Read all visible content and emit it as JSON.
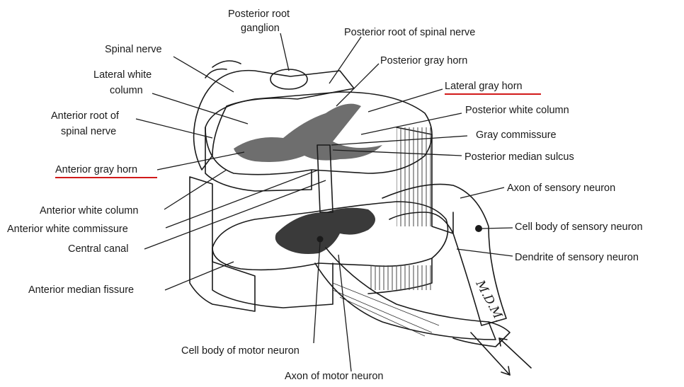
{
  "labels": {
    "posterior_root_ganglion": [
      "Posterior root",
      "ganglion"
    ],
    "posterior_root_spinal_nerve": "Posterior root of spinal nerve",
    "spinal_nerve": "Spinal nerve",
    "posterior_gray_horn": "Posterior gray horn",
    "lateral_white_column": [
      "Lateral white",
      "column"
    ],
    "lateral_gray_horn": "Lateral gray horn",
    "anterior_root_spinal_nerve": [
      "Anterior root of",
      "spinal nerve"
    ],
    "posterior_white_column": "Posterior white column",
    "gray_commissure": "Gray commissure",
    "anterior_gray_horn": "Anterior gray horn",
    "posterior_median_sulcus": "Posterior median sulcus",
    "axon_sensory_neuron": "Axon of sensory neuron",
    "anterior_white_column": "Anterior white column",
    "anterior_white_commissure": "Anterior white commissure",
    "cell_body_sensory_neuron": "Cell body of sensory neuron",
    "central_canal": "Central canal",
    "dendrite_sensory_neuron": "Dendrite of sensory neuron",
    "anterior_median_fissure": "Anterior median fissure",
    "cell_body_motor_neuron": "Cell body of motor neuron",
    "axon_motor_neuron": "Axon of motor neuron"
  },
  "signature": "M.D.M.",
  "colors": {
    "underline": "#d11a1a",
    "ink": "#1a1a1a"
  }
}
